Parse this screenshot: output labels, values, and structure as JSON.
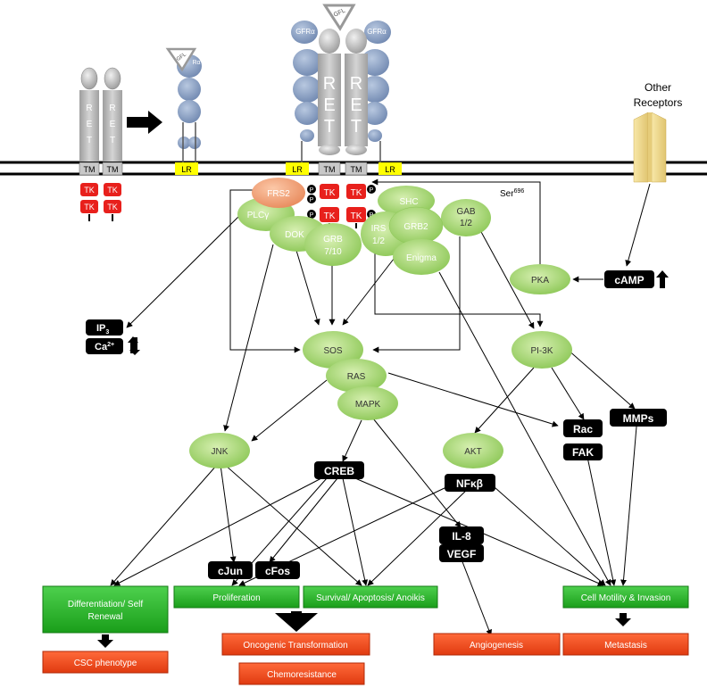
{
  "receptors": {
    "ret_letters": [
      "R",
      "E",
      "T"
    ],
    "tm": "TM",
    "tk": "TK",
    "lr": "LR",
    "gfl": "GFL",
    "gfra": "GFRα",
    "gfra_short": "Rα",
    "phospho": "P",
    "other_receptors": [
      "Other",
      "Receptors"
    ]
  },
  "molecules": {
    "frs2": "FRS2",
    "plcy": "PLCγ",
    "dok": "DOK",
    "grb710": [
      "GRB",
      "7/10"
    ],
    "shc": "SHC",
    "grb2": "GRB2",
    "irs": [
      "IRS",
      "1/2"
    ],
    "gab": [
      "GAB",
      "1/2"
    ],
    "enigma": "Enigma",
    "pka": "PKA",
    "camp": "cAMP",
    "ser": "Ser",
    "ser_sup": "696",
    "ip3": "IP",
    "ip3_sub": "3",
    "ca": "Ca",
    "ca_sup": "2+",
    "sos": "SOS",
    "ras": "RAS",
    "mapk": "MAPK",
    "pi3k": "PI-3K",
    "jnk": "JNK",
    "akt": "AKT",
    "creb": "CREB",
    "nfkb": "NFκβ",
    "rac": "Rac",
    "fak": "FAK",
    "mmps": "MMPs",
    "il8": "IL-8",
    "vegf": "VEGF",
    "cjun": "cJun",
    "cfos": "cFos"
  },
  "outcomes": {
    "differentiation": [
      "Differentiation/ Self",
      "Renewal"
    ],
    "proliferation": "Proliferation",
    "survival": "Survival/ Apoptosis/ Anoikis",
    "motility": "Cell Motility & Invasion",
    "csc": "CSC phenotype",
    "oncogenic": "Oncogenic Transformation",
    "chemoresistance": "Chemoresistance",
    "angiogenesis": "Angiogenesis",
    "metastasis": "Metastasis"
  },
  "colors": {
    "ret": "#b8b8b8",
    "gfra": "#8fa3c4",
    "tk": "#e8201c",
    "lr": "#ffff00",
    "node_green": "#a4d36c",
    "frs2": "#f4a078",
    "label_black": "#000000",
    "box_green": "#2ab82a",
    "box_orange": "#f04a1c",
    "receptor_tan": "#f2dc8e"
  }
}
